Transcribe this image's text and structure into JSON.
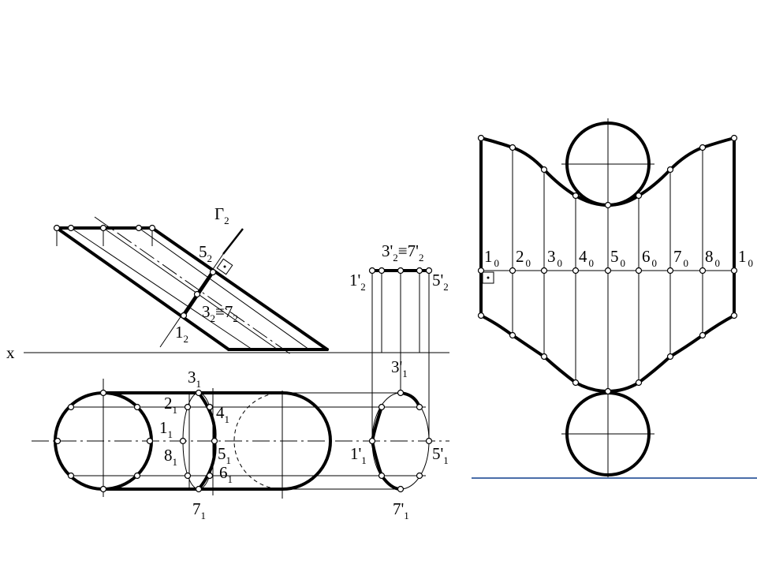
{
  "axis_label": "x",
  "plane_label": {
    "main": "Γ",
    "sub": "2"
  },
  "front_view": {
    "p5": {
      "main": "5",
      "sub": "2"
    },
    "p37": {
      "m1": "3",
      "s1": "2",
      "eq": "≡",
      "m2": "7",
      "s2": "2"
    },
    "p1": {
      "main": "1",
      "sub": "2"
    }
  },
  "side_view": {
    "top": {
      "m1": "3'",
      "s1": "2",
      "eq": "≡",
      "m2": "7'",
      "s2": "2"
    },
    "left": {
      "main": "1'",
      "sub": "2"
    },
    "right": {
      "main": "5'",
      "sub": "2"
    }
  },
  "top_view": {
    "p3": {
      "main": "3",
      "sub": "1"
    },
    "p2": {
      "main": "2",
      "sub": "1"
    },
    "p4": {
      "main": "4",
      "sub": "1"
    },
    "p1": {
      "main": "1",
      "sub": "1"
    },
    "p8": {
      "main": "8",
      "sub": "1"
    },
    "p5": {
      "main": "5",
      "sub": "1"
    },
    "p6": {
      "main": "6",
      "sub": "1"
    },
    "p7": {
      "main": "7",
      "sub": "1"
    }
  },
  "profile_top_view": {
    "p3": {
      "main": "3'",
      "sub": "1"
    },
    "p1": {
      "main": "1'",
      "sub": "1"
    },
    "p5": {
      "main": "5'",
      "sub": "1"
    },
    "p7": {
      "main": "7'",
      "sub": "1"
    }
  },
  "development": {
    "labels": [
      {
        "main": "1",
        "sub": "0"
      },
      {
        "main": "2",
        "sub": "0"
      },
      {
        "main": "3",
        "sub": "0"
      },
      {
        "main": "4",
        "sub": "0"
      },
      {
        "main": "5",
        "sub": "0"
      },
      {
        "main": "6",
        "sub": "0"
      },
      {
        "main": "7",
        "sub": "0"
      },
      {
        "main": "8",
        "sub": "0"
      },
      {
        "main": "1",
        "sub": "0"
      }
    ]
  }
}
